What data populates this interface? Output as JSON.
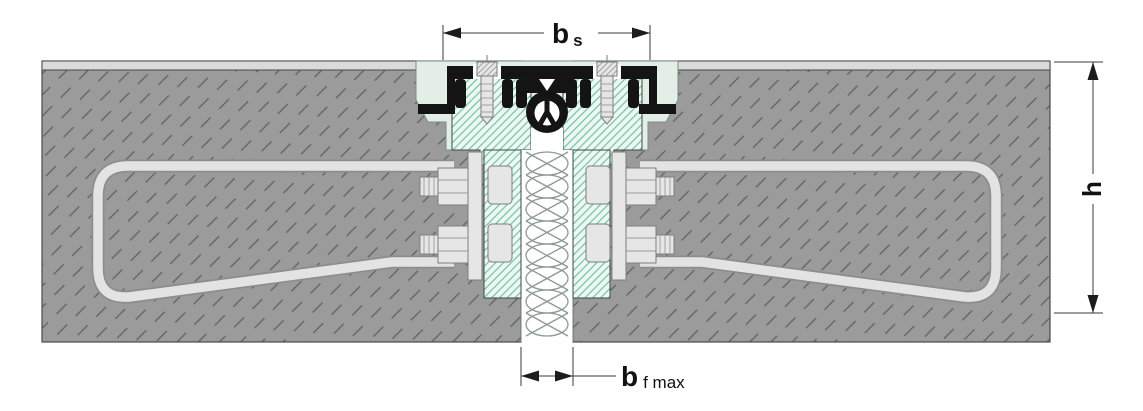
{
  "dimensions": {
    "bs": {
      "main": "b",
      "sub": "s"
    },
    "h": {
      "main": "h"
    },
    "bf": {
      "main": "b",
      "sub": "f max"
    }
  },
  "colors": {
    "background": "#ffffff",
    "concrete": "#9b9b9b",
    "concrete_hatch": "#5d6367",
    "surface_band": "#d8dbd8",
    "outline": "#4a4a4a",
    "mint": "#e3eee7",
    "teal_bg": "#eef7f1",
    "teal_line": "#58b99b",
    "metal": "#e6e6e6",
    "metal_outline": "#7d7d7d",
    "anchor_fill": "#e3e3e3",
    "anchor_outline": "#8d8d8d",
    "rubber": "#141414",
    "dim": "#3a3a3a",
    "seal_line": "#8d9a94"
  }
}
